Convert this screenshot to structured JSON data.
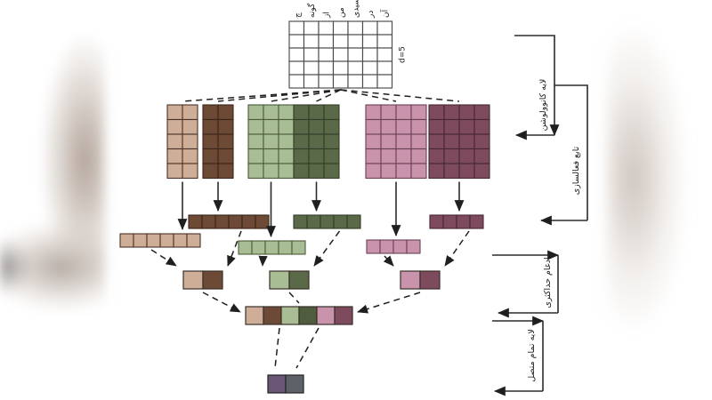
{
  "figure": {
    "title": "CNN text-classification architecture diagram",
    "input_matrix": {
      "name": "embedding-matrix",
      "rows": 5,
      "cols": 7,
      "depth_label": "d=5",
      "token_labels": [
        "چ",
        "گونه",
        "از",
        "من",
        "پرسیدی",
        "در",
        "آن"
      ],
      "cell_fill": "#ffffff",
      "cell_stroke": "#4a4a4a"
    },
    "conv_blocks": [
      {
        "name": "conv-block-1",
        "cols": 2,
        "rows": 5,
        "color": "#cfae98",
        "stroke": "#4a3226"
      },
      {
        "name": "conv-block-2",
        "cols": 2,
        "rows": 5,
        "color": "#6d4a35",
        "stroke": "#3a2518"
      },
      {
        "name": "conv-block-3",
        "cols": 3,
        "rows": 5,
        "color": "#a8bd93",
        "stroke": "#4a5a3a"
      },
      {
        "name": "conv-block-4",
        "cols": 3,
        "rows": 5,
        "color": "#5a6948",
        "stroke": "#333d28"
      },
      {
        "name": "conv-block-5",
        "cols": 4,
        "rows": 5,
        "color": "#c993ab",
        "stroke": "#6a4055"
      },
      {
        "name": "conv-block-6",
        "cols": 4,
        "rows": 5,
        "color": "#7d4a5e",
        "stroke": "#452733"
      }
    ],
    "feature_rows": [
      {
        "name": "feature-row-1",
        "cells": 6,
        "color": "#cfae98",
        "stroke": "#4a3226"
      },
      {
        "name": "feature-row-2",
        "cells": 6,
        "color": "#6d4a35",
        "stroke": "#3a2518"
      },
      {
        "name": "feature-row-3",
        "cells": 5,
        "color": "#a8bd93",
        "stroke": "#4a5a3a"
      },
      {
        "name": "feature-row-4",
        "cells": 5,
        "color": "#5a6948",
        "stroke": "#333d28"
      },
      {
        "name": "feature-row-5",
        "cells": 4,
        "color": "#c993ab",
        "stroke": "#6a4055"
      },
      {
        "name": "feature-row-6",
        "cells": 4,
        "color": "#7d4a5e",
        "stroke": "#452733"
      }
    ],
    "pooled_pairs": [
      {
        "name": "pooled-pair-1",
        "colors": [
          "#cfae98",
          "#6d4a35"
        ]
      },
      {
        "name": "pooled-pair-2",
        "colors": [
          "#a8bd93",
          "#5a6948"
        ]
      },
      {
        "name": "pooled-pair-3",
        "colors": [
          "#c993ab",
          "#7d4a5e"
        ]
      }
    ],
    "concat_vector": {
      "name": "concatenated-feature-vector",
      "colors": [
        "#cfae98",
        "#6d4a35",
        "#a8bd93",
        "#4f5c3d",
        "#c993ab",
        "#7d4a5e"
      ]
    },
    "output_vector": {
      "name": "output-vector",
      "colors": [
        "#6b5574",
        "#5c6268"
      ]
    },
    "stage_labels": [
      {
        "name": "stage-label-convolution",
        "text": "لایه کانوولوشن"
      },
      {
        "name": "stage-label-max-pooling-1",
        "text": "تابع فعالسازی"
      },
      {
        "name": "stage-label-max-pooling-2",
        "text": "ادغام حداکثری"
      },
      {
        "name": "stage-label-fully-connected",
        "text": "لایه تمام متصل"
      }
    ]
  }
}
